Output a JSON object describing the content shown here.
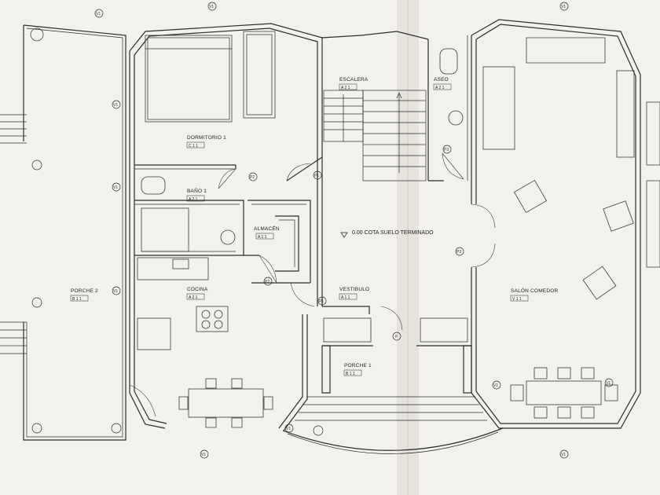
{
  "rooms": {
    "dormitorio": {
      "name": "DORMITORIO 1",
      "code": "C 1 1"
    },
    "escalera": {
      "name": "ESCALERA",
      "code": "A 2 1"
    },
    "aseo": {
      "name": "ASEO",
      "code": "A 2 1"
    },
    "bano": {
      "name": "BAÑO 1",
      "code": "A 2 1"
    },
    "almacen": {
      "name": "ALMACÉN",
      "code": "A 1 1"
    },
    "cocina": {
      "name": "COCINA",
      "code": "A 2 1"
    },
    "vestibulo": {
      "name": "VESTIBULO",
      "code": "A 1 1"
    },
    "porche1": {
      "name": "PORCHE 1",
      "code": "B 1 1"
    },
    "porche2": {
      "name": "PORCHE 2",
      "code": "B 1 1"
    },
    "salon": {
      "name": "SALÓN COMEDOR",
      "code": "V 1 1"
    }
  },
  "elevation": "0.00  COTA SUELO TERMINADO",
  "tags": {
    "door_p1": "P1",
    "door_p2": "P2",
    "door_p3": "P3",
    "window_v1": "V1",
    "entry": "P"
  }
}
